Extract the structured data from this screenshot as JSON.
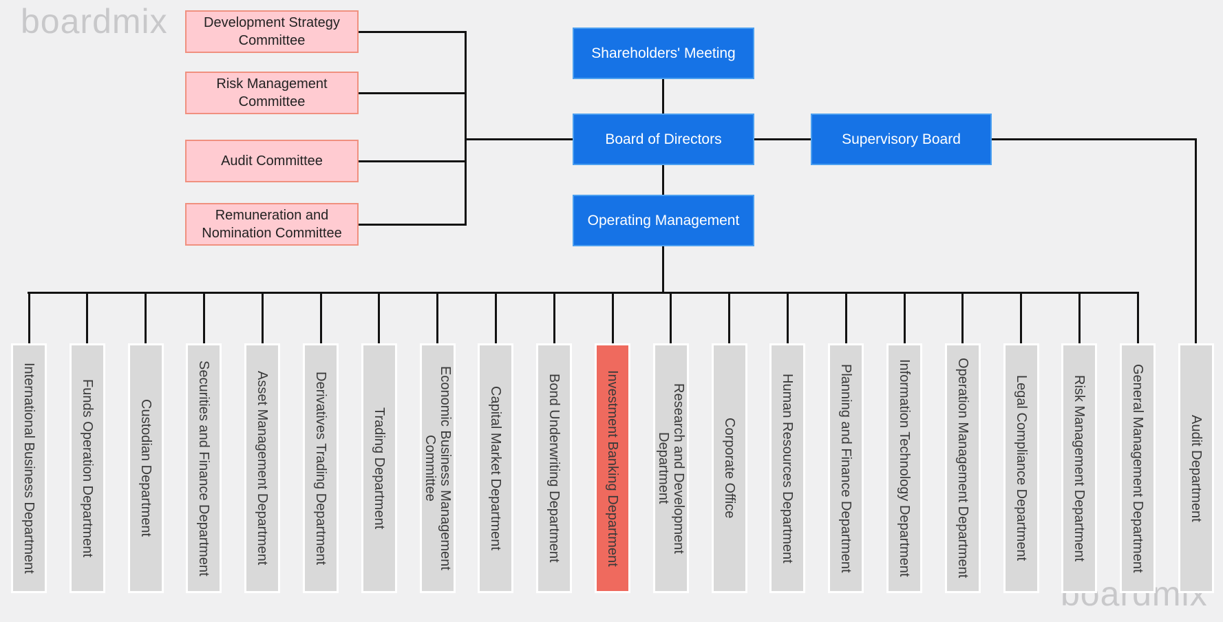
{
  "app": {
    "watermark": "boardmix"
  },
  "colors": {
    "bg": "#f0f0f1",
    "line": "#121212",
    "watermark_text": "#c8c8ca",
    "blue_fill": "#1673e6",
    "blue_border": "#4b9ff0",
    "blue_text": "#ffffff",
    "committee_fill": "#ffcbd1",
    "committee_border": "#f0907f",
    "committee_text": "#222222",
    "dept_fill": "#d9d9d9",
    "dept_border": "#ffffff",
    "dept_text": "#3a3a3a",
    "highlight_fill": "#ef6a5e"
  },
  "governance": {
    "committees": [
      {
        "label": "Development Strategy Committee"
      },
      {
        "label": "Risk Management Committee"
      },
      {
        "label": "Audit Committee"
      },
      {
        "label": "Remuneration and Nomination Committee"
      }
    ],
    "executive": [
      {
        "label": "Shareholders' Meeting"
      },
      {
        "label": "Board of Directors"
      },
      {
        "label": "Supervisory Board"
      },
      {
        "label": "Operating Management"
      }
    ]
  },
  "departments": {
    "items": [
      {
        "label": "International Business Department"
      },
      {
        "label": "Funds Operation Department"
      },
      {
        "label": "Custodian Department"
      },
      {
        "label": "Securities and Finance Department"
      },
      {
        "label": "Asset Management Department"
      },
      {
        "label": "Derivatives Trading Department"
      },
      {
        "label": "Trading Department"
      },
      {
        "label": "Economic Business Management Committee"
      },
      {
        "label": "Capital Market Department"
      },
      {
        "label": "Bond Underwriting Department"
      },
      {
        "label": "Investment Banking Department",
        "highlight": true
      },
      {
        "label": "Research and Development Department"
      },
      {
        "label": "Corporate Office"
      },
      {
        "label": "Human Resources Department"
      },
      {
        "label": "Planning and Finance Department"
      },
      {
        "label": "Information Technology Department"
      },
      {
        "label": "Operation Management Department"
      },
      {
        "label": "Legal Compliance Department"
      },
      {
        "label": "Risk Management Department"
      },
      {
        "label": "General Management Department"
      },
      {
        "label": "Audit Department"
      }
    ]
  }
}
